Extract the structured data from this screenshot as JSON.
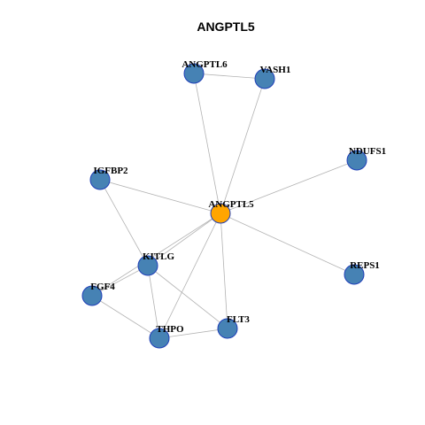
{
  "title": "ANGPTL5",
  "colors": {
    "center": "#FFA500",
    "node": "#4682B4",
    "border": "#1F3FB8",
    "edge": "#B3B3B3"
  },
  "nodes": [
    {
      "id": "ANGPTL5",
      "label": "ANGPTL5",
      "role": "center"
    },
    {
      "id": "ANGPTL6",
      "label": "ANGPTL6",
      "role": "neighbor"
    },
    {
      "id": "VASH1",
      "label": "VASH1",
      "role": "neighbor"
    },
    {
      "id": "NDUFS1",
      "label": "NDUFS1",
      "role": "neighbor"
    },
    {
      "id": "IGFBP2",
      "label": "IGFBP2",
      "role": "neighbor"
    },
    {
      "id": "KITLG",
      "label": "KITLG",
      "role": "neighbor"
    },
    {
      "id": "FGF4",
      "label": "FGF4",
      "role": "neighbor"
    },
    {
      "id": "THPO",
      "label": "THPO",
      "role": "neighbor"
    },
    {
      "id": "FLT3",
      "label": "FLT3",
      "role": "neighbor"
    },
    {
      "id": "REPS1",
      "label": "REPS1",
      "role": "neighbor"
    }
  ],
  "edges": [
    [
      "ANGPTL6",
      "VASH1"
    ],
    [
      "ANGPTL6",
      "ANGPTL5"
    ],
    [
      "VASH1",
      "ANGPTL5"
    ],
    [
      "NDUFS1",
      "ANGPTL5"
    ],
    [
      "IGFBP2",
      "ANGPTL5"
    ],
    [
      "IGFBP2",
      "KITLG"
    ],
    [
      "ANGPTL5",
      "KITLG"
    ],
    [
      "ANGPTL5",
      "FGF4"
    ],
    [
      "ANGPTL5",
      "THPO"
    ],
    [
      "ANGPTL5",
      "FLT3"
    ],
    [
      "ANGPTL5",
      "REPS1"
    ],
    [
      "KITLG",
      "FGF4"
    ],
    [
      "KITLG",
      "THPO"
    ],
    [
      "KITLG",
      "FLT3"
    ],
    [
      "FGF4",
      "THPO"
    ],
    [
      "THPO",
      "FLT3"
    ]
  ]
}
